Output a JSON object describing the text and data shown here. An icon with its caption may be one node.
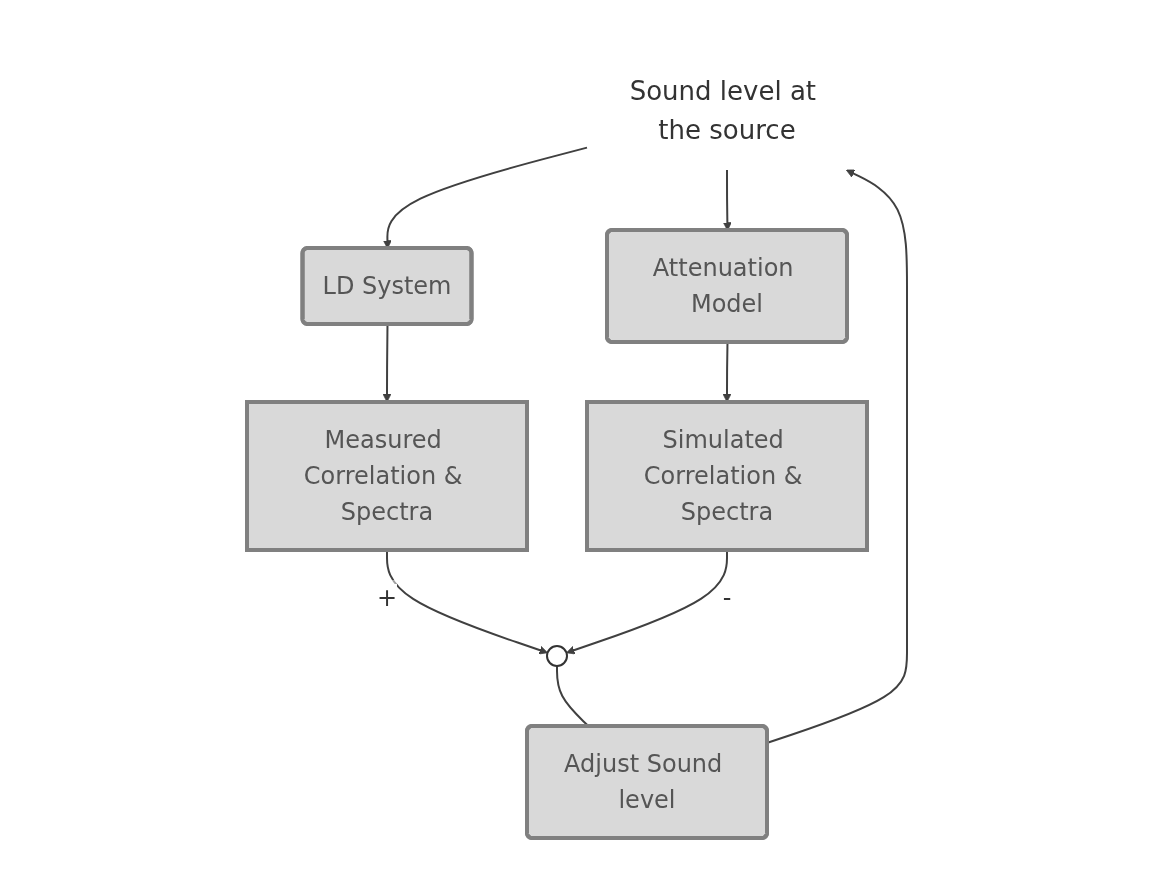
{
  "diagram": {
    "nodes": [
      {
        "text": [
          "Sound level at the source"
        ]
      },
      {
        "text": [
          "Adjust Sound level"
        ]
      },
      {
        "text": [
          "LD System"
        ]
      },
      {
        "text": [
          "Attenuation Model"
        ]
      },
      {
        "text": [
          "Measured Correlation & Spectra"
        ]
      },
      {
        "text": [
          "Simulated Correlation & Spectra"
        ]
      },
      {
        "text": [],
        "shape": "circle"
      }
    ],
    "edges": [
      {
        "from": 1,
        "to": 0,
        "arrow": "to"
      },
      {
        "from": 0,
        "to": 2,
        "arrow": "to"
      },
      {
        "from": 0,
        "to": 3,
        "arrow": "to"
      },
      {
        "from": 2,
        "to": 4,
        "arrow": "to"
      },
      {
        "from": 3,
        "to": 5,
        "arrow": "to"
      },
      {
        "from": 4,
        "to": 6,
        "arrow": "to",
        "label": "+"
      },
      {
        "from": 5,
        "to": 6,
        "arrow": "to",
        "label": "-"
      },
      {
        "from": 6,
        "to": 1,
        "arrow": "none"
      }
    ]
  }
}
